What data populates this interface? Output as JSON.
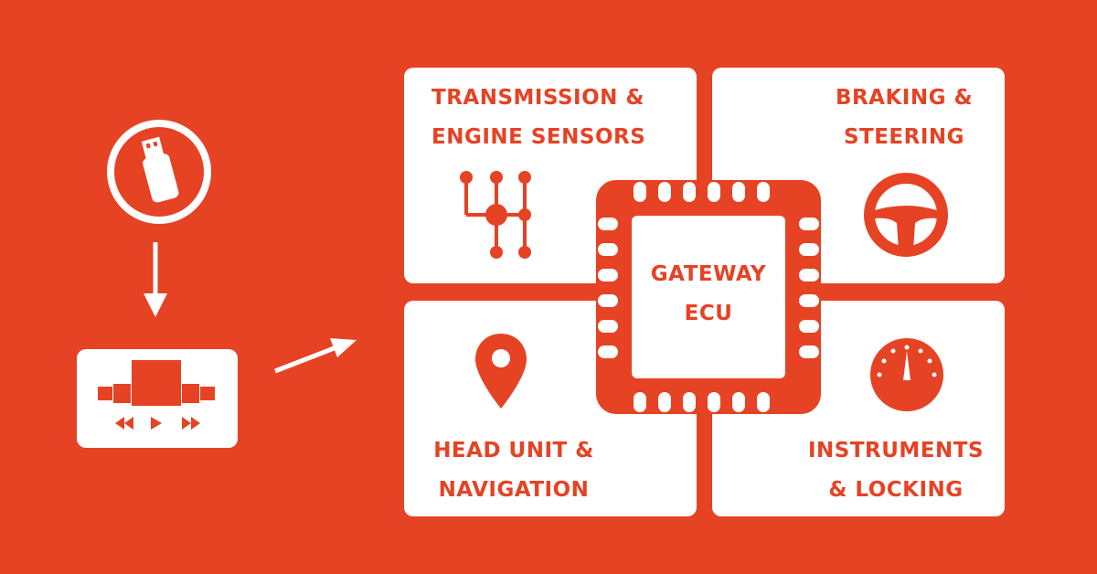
{
  "colors": {
    "background": "#e64224",
    "panel": "#ffffff",
    "accent": "#e64224"
  },
  "source": {
    "usb_icon": "usb-drive-icon",
    "device_icon": "media-device-icon"
  },
  "quadrants": {
    "top_left": {
      "line1": "TRANSMISSION &",
      "line2": "ENGINE SENSORS",
      "icon": "gear-shift-icon"
    },
    "top_right": {
      "line1": "BRAKING &",
      "line2": "STEERING",
      "icon": "steering-wheel-icon"
    },
    "bottom_left": {
      "line1": "HEAD UNIT &",
      "line2": "NAVIGATION",
      "icon": "map-pin-icon"
    },
    "bottom_right": {
      "line1": "INSTRUMENTS",
      "line2": "& LOCKING",
      "icon": "gauge-icon"
    }
  },
  "gateway": {
    "line1": "GATEWAY",
    "line2": "ECU",
    "icon": "chip-icon"
  }
}
